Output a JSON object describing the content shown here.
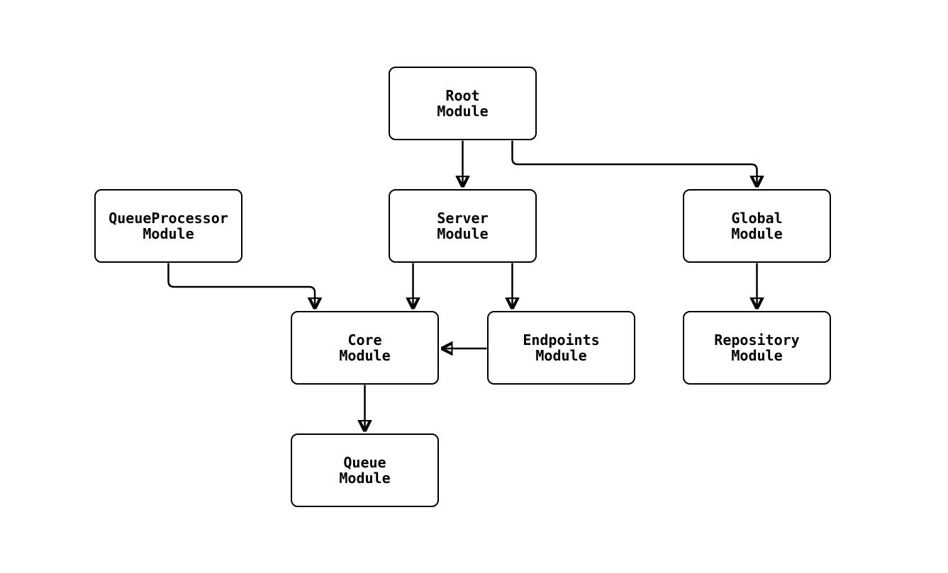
{
  "diagram": {
    "colors": {
      "background": "#ffffff",
      "node_fill": "#ffffff",
      "node_border": "#000000",
      "edge": "#000000",
      "text": "#000000"
    },
    "nodes": {
      "root": {
        "line1": "Root",
        "line2": "Module"
      },
      "queue_processor": {
        "line1": "QueueProcessor",
        "line2": "Module"
      },
      "server": {
        "line1": "Server",
        "line2": "Module"
      },
      "global": {
        "line1": "Global",
        "line2": "Module"
      },
      "core": {
        "line1": "Core",
        "line2": "Module"
      },
      "endpoints": {
        "line1": "Endpoints",
        "line2": "Module"
      },
      "repository": {
        "line1": "Repository",
        "line2": "Module"
      },
      "queue": {
        "line1": "Queue",
        "line2": "Module"
      }
    },
    "edges": [
      {
        "from": "Root Module",
        "to": "Server Module"
      },
      {
        "from": "Root Module",
        "to": "Global Module"
      },
      {
        "from": "QueueProcessor Module",
        "to": "Core Module"
      },
      {
        "from": "Server Module",
        "to": "Core Module"
      },
      {
        "from": "Server Module",
        "to": "Endpoints Module"
      },
      {
        "from": "Endpoints Module",
        "to": "Core Module"
      },
      {
        "from": "Global Module",
        "to": "Repository Module"
      },
      {
        "from": "Core Module",
        "to": "Queue Module"
      }
    ]
  }
}
